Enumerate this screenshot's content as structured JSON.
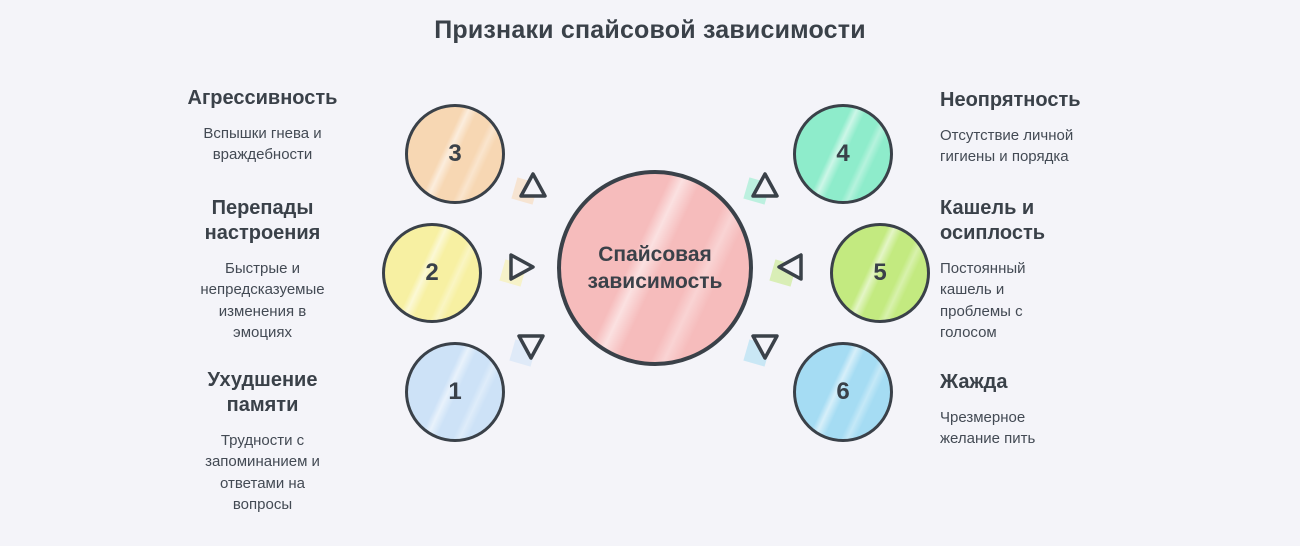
{
  "title": "Признаки спайсовой зависимости",
  "colors": {
    "background": "#f4f4f9",
    "outline": "#3a4149",
    "text": "#3a4149"
  },
  "center": {
    "label": "Спайсовая зависимость",
    "color": "#f6bcbc"
  },
  "signs": [
    {
      "number": "3",
      "label": "Агрессивность",
      "description": "Вспышки гнева и враждебности",
      "color": "#f7d7b3",
      "position": "left-top",
      "arrow": "up"
    },
    {
      "number": "2",
      "label": "Перепады настроения",
      "description": "Быстрые и непредсказуемые изменения в эмоциях",
      "color": "#f7f0a2",
      "position": "left-middle",
      "arrow": "right"
    },
    {
      "number": "1",
      "label": "Ухудшение памяти",
      "description": "Трудности с запоминанием и ответами на вопросы",
      "color": "#cde2f7",
      "position": "left-bottom",
      "arrow": "down"
    },
    {
      "number": "4",
      "label": "Неопрятность",
      "description": "Отсутствие личной гигиены и порядка",
      "color": "#8eeccb",
      "position": "right-top",
      "arrow": "up"
    },
    {
      "number": "5",
      "label": "Кашель и осиплость",
      "description": "Постоянный кашель и проблемы с голосом",
      "color": "#c3ea80",
      "position": "right-middle",
      "arrow": "left"
    },
    {
      "number": "6",
      "label": "Жажда",
      "description": "Чрезмерное желание пить",
      "color": "#a5dcf3",
      "position": "right-bottom",
      "arrow": "down"
    }
  ]
}
